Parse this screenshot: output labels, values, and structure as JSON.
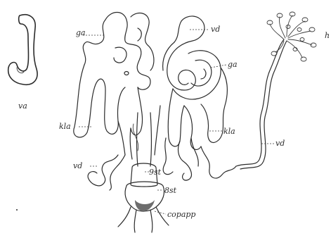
{
  "labels": {
    "va": "va",
    "ga_left": "ga",
    "vd_top": "vd",
    "ga_right": "ga",
    "kla_left": "kla",
    "kla_right": "kla",
    "vd_right": "vd",
    "vd_left": "vd",
    "ost": "9st",
    "dst": "8st",
    "copapp": "copapp",
    "h": "h"
  },
  "colors": {
    "ink": "#2b2b2b",
    "paper": "#ffffff"
  }
}
